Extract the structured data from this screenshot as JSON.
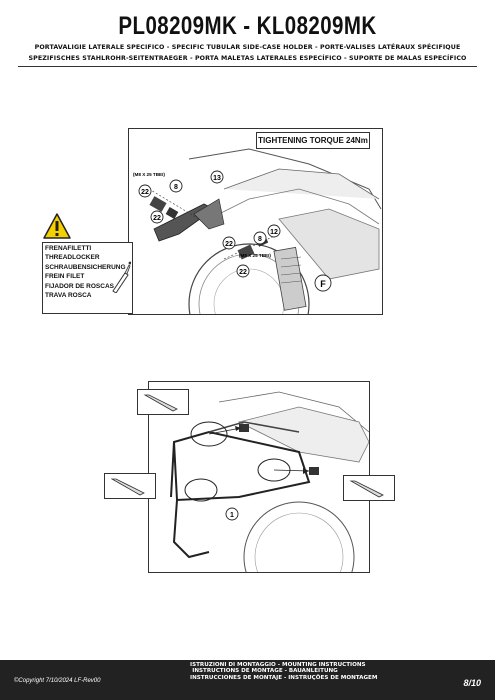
{
  "header": {
    "title": "PL08209MK - KL08209MK",
    "subtitle_line1": "PORTAVALIGIE LATERALE SPECIFICO  -  SPECIFIC TUBULAR SIDE-CASE HOLDER  -  PORTE-VALISES LATÉRAUX SPÉCIFIQUE",
    "subtitle_line2": "SPEZIFISCHES STAHLROHR-SEITENTRAEGER - PORTA MALETAS LATERALES ESPECÍFICO - SUPORTE DE MALAS ESPECÍFICO"
  },
  "figure1": {
    "torque_label": "TIGHTENING TORQUE 24Nm",
    "screw_label_upper": "(M8 X 25 TBEI)",
    "screw_label_lower": "(M8 X 25 TBEI)",
    "callouts": [
      "22",
      "8",
      "13",
      "22",
      "22",
      "8",
      "12",
      "22",
      "F"
    ]
  },
  "threadlocker": {
    "items": [
      "FRENAFILETTI",
      "THREADLOCKER",
      "SCHRAUBENSICHERUNG",
      "FREIN FILET",
      "FIJADOR DE ROSCAS",
      "TRAVA ROSCA"
    ]
  },
  "figure2": {
    "callout": "1"
  },
  "footer": {
    "copyright": "©Copyright 7/10/2024 LF-Rev00",
    "instructions": [
      "ISTRUZIONI DI MONTAGGIO  -  MOUNTING INSTRUCTIONS",
      "INSTRUCTIONS DE MONTAGE - BAUANLEITUNG",
      "INSTRUCCIONES DE MONTAJE - INSTRUÇÕES DE MONTAGEM"
    ],
    "page": "8/10"
  },
  "colors": {
    "footer_bg": "#222222",
    "warning_yellow": "#f5d000",
    "line": "#333333"
  }
}
